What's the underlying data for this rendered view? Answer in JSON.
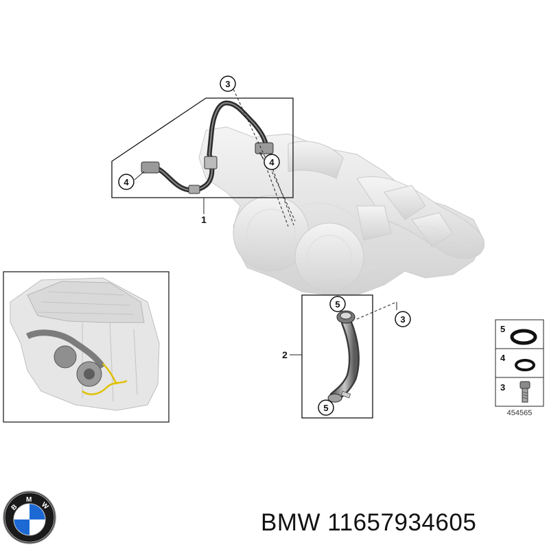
{
  "diagram": {
    "callouts": {
      "c3_top": "3",
      "c4_right": "4",
      "c4_left": "4",
      "c5_top": "5",
      "c3_lower": "3",
      "c5_bottom": "5"
    },
    "part_labels": {
      "part1": "1",
      "part2": "2"
    },
    "legend": {
      "items": [
        {
          "num": "5",
          "part": "o-ring-large"
        },
        {
          "num": "4",
          "part": "o-ring-small"
        },
        {
          "num": "3",
          "part": "bolt"
        }
      ],
      "reference": "454565"
    }
  },
  "logo": {
    "text": "BMW",
    "colors": {
      "blue": "#1c69d4",
      "white": "#ffffff",
      "ring": "#1a1a1a"
    }
  },
  "footer": {
    "text": "BMW 11657934605"
  }
}
